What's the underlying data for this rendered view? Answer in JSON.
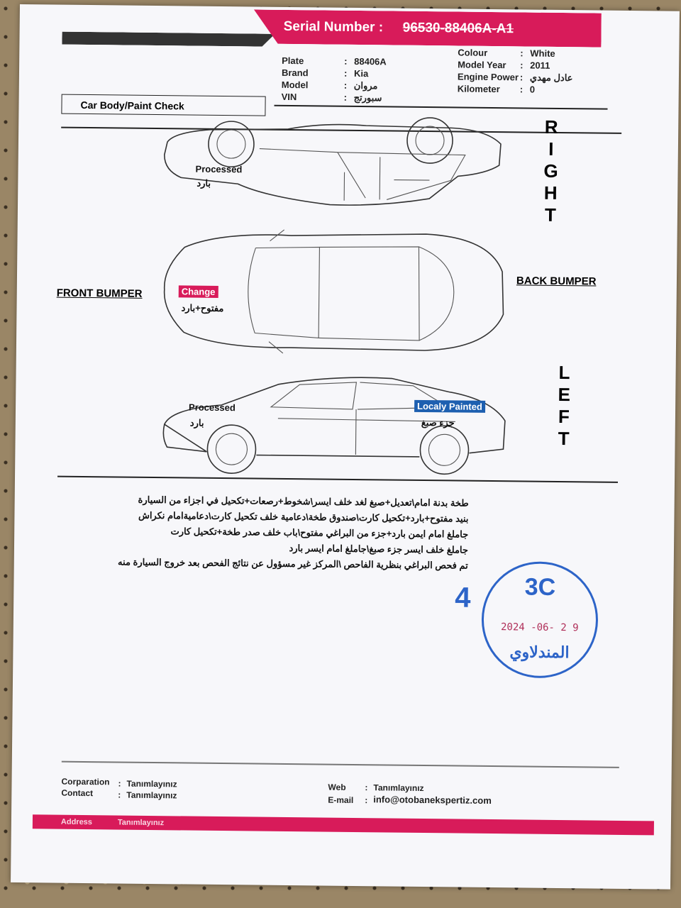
{
  "header": {
    "serial_label": "Serial Number :",
    "serial_value": "96530-88406A-A1"
  },
  "vehicle": {
    "left": [
      {
        "key": "Plate",
        "value": "88406A"
      },
      {
        "key": "Brand",
        "value": "Kia"
      },
      {
        "key": "Model",
        "value": "مروان"
      },
      {
        "key": "VIN",
        "value": "سبورتج"
      }
    ],
    "right": [
      {
        "key": "Colour",
        "value": "White"
      },
      {
        "key": "Model Year",
        "value": "2011"
      },
      {
        "key": "Engine Power",
        "value": "عادل مهدي"
      },
      {
        "key": "Kilometer",
        "value": "0"
      }
    ]
  },
  "section_title": "Car Body/Paint Check",
  "sides": {
    "right": [
      "R",
      "I",
      "G",
      "H",
      "T"
    ],
    "left": [
      "L",
      "E",
      "F",
      "T"
    ],
    "front_bumper": "FRONT BUMPER",
    "back_bumper": "BACK BUMPER"
  },
  "marks": {
    "right_processed": "Processed",
    "right_processed_ar": "بارد",
    "top_change": "Change",
    "top_change_ar": "مفتوح+بارد",
    "left_processed": "Processed",
    "left_processed_ar": "بارد",
    "left_painted": "Localy Painted",
    "left_painted_ar": "جزء صبغ"
  },
  "marks_colors": {
    "change": "#d81b5a",
    "painted": "#1d5fb0"
  },
  "notes": [
    "طخة بدنة امام\\تعديل+صبغ لغد خلف ايسر\\شخوط+رصعات+تكحيل في اجزاء من السيارة",
    "بنيد مفتوح+بارد+تكحيل كارت\\صندوق طخة\\دعامية خلف تكحيل كارت\\دعاميةامام نكراش",
    "جاملغ امام ايمن بارد+جزء من البراغي مفتوح\\باب خلف صدر طخة+تكحيل كارت",
    "جاملغ خلف ايسر جزء صبغ\\جاملغ امام ايسر بارد",
    "تم فحص البراغي بنظرية الفاحص \\المركز غير مسؤول عن نتائج الفحص بعد خروج السيارة منه"
  ],
  "stamp": {
    "number": "4",
    "code": "3C",
    "date": "2024 -06- 2 9",
    "name": "المندلاوي",
    "color": "#2d64c8"
  },
  "footer": {
    "corporation_label": "Corparation",
    "corporation_value": "Tanımlayınız",
    "contact_label": "Contact",
    "contact_value": "Tanımlayınız",
    "web_label": "Web",
    "web_value": "Tanımlayınız",
    "email_label": "E-mail",
    "email_value": "info@otobanekspertiz.com",
    "address_label": "Address",
    "address_value": "Tanımlayınız"
  }
}
